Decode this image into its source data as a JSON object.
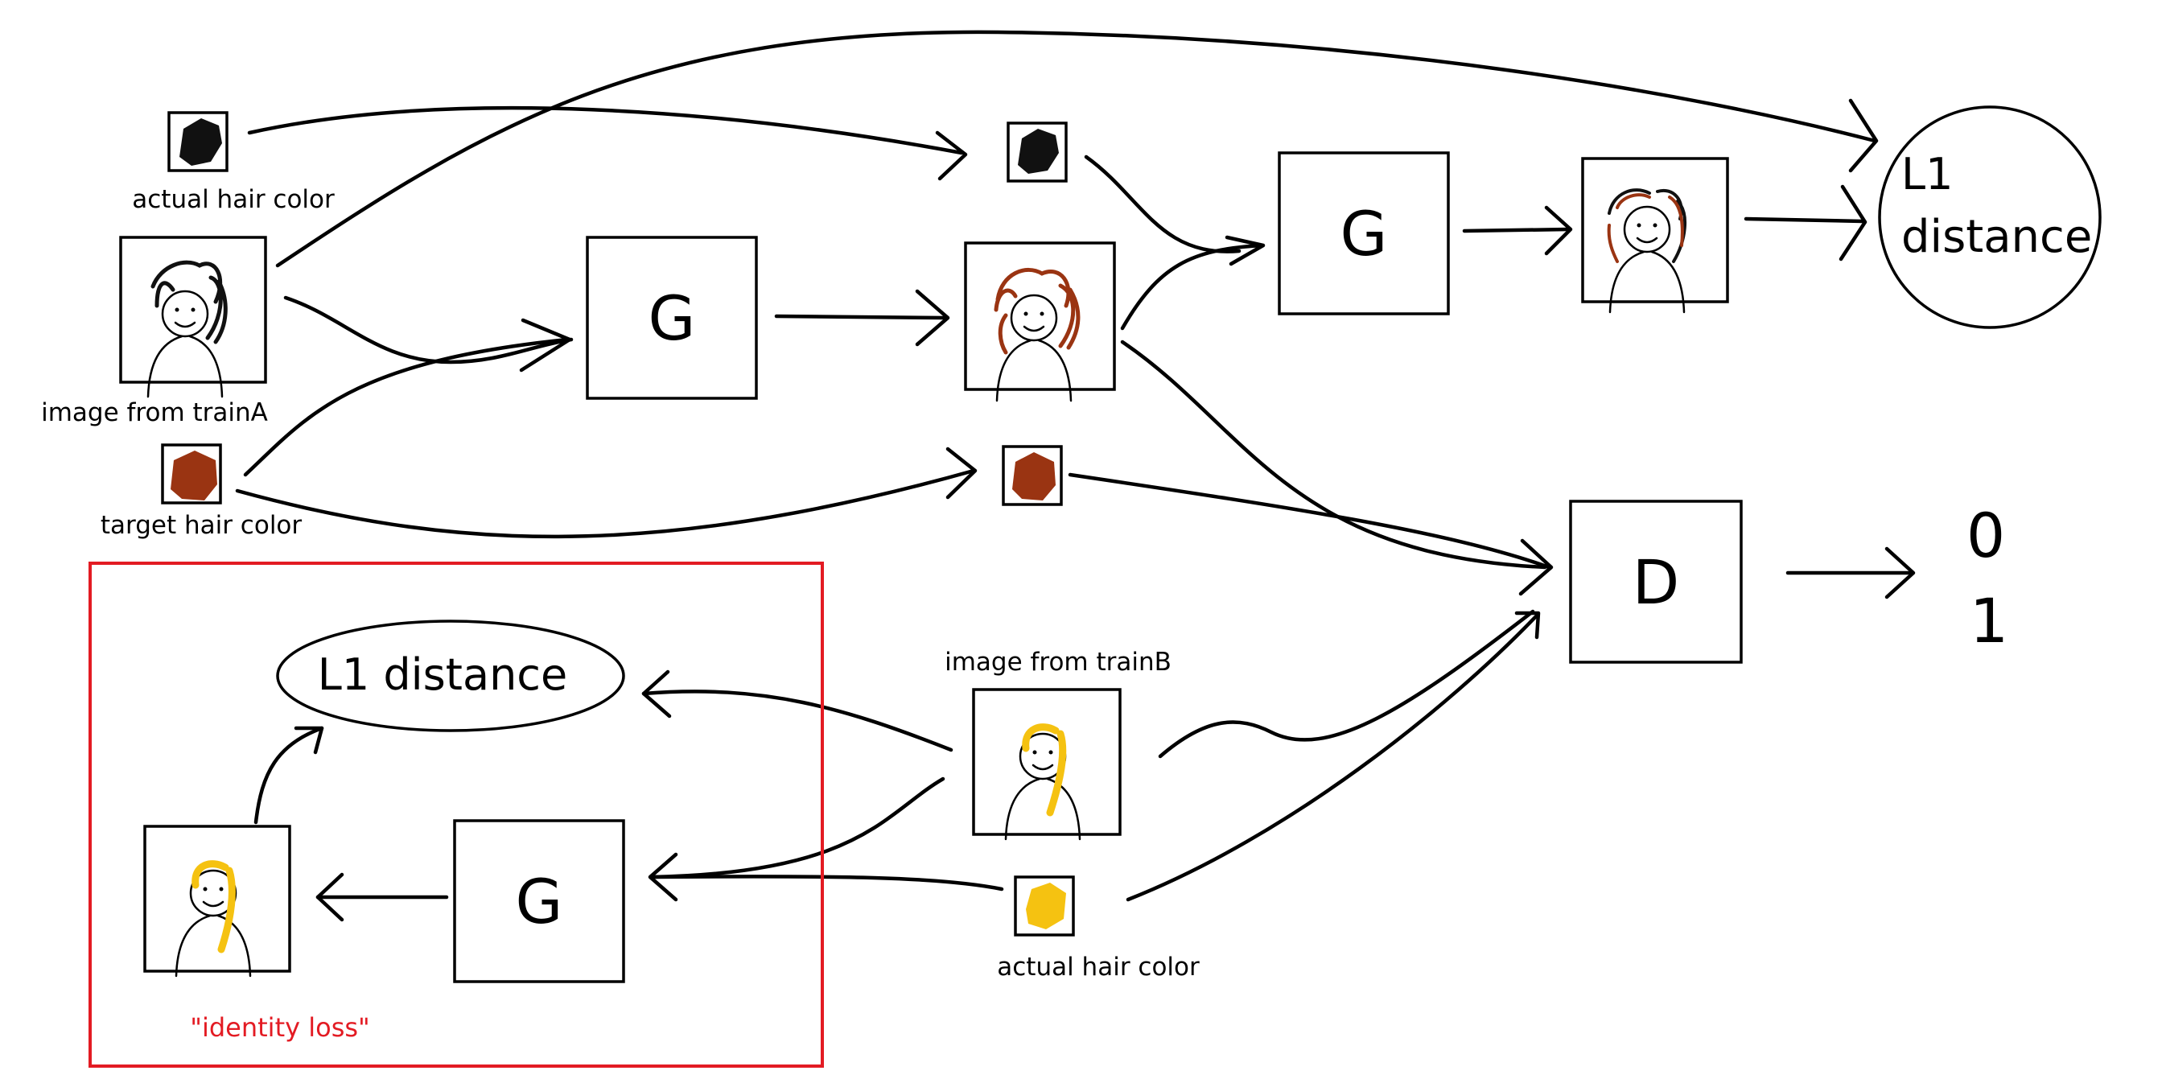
{
  "colors": {
    "black_hair": "#111111",
    "brown_hair": "#9a3412",
    "blond_hair": "#f5c211",
    "identity_box": "#e31b23",
    "identity_label": "#e31b23"
  },
  "top_row": {
    "actual_hair_color_label": "actual hair color",
    "input_image_label": "image from trainA",
    "target_hair_color_label": "target hair color",
    "generator_1": "G",
    "generator_2": "G",
    "l1_distance_line1": "L1",
    "l1_distance_line2": "distance"
  },
  "discriminator": {
    "label": "D",
    "output_0": "0",
    "output_1": "1"
  },
  "bottom_row": {
    "input_image_label": "image from trainB",
    "actual_hair_color_label": "actual hair color",
    "generator": "G",
    "l1_distance": "L1 distance",
    "identity_loss_label": "\"identity loss\""
  }
}
